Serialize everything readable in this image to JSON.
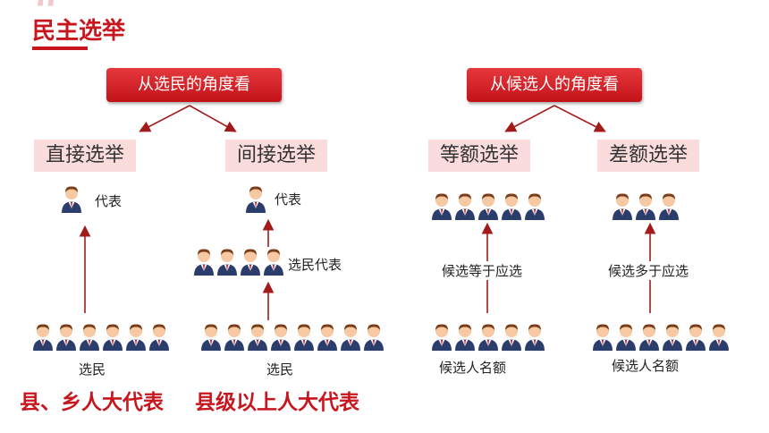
{
  "header": {
    "title": "民主选举"
  },
  "left": {
    "heading": "从选民的角度看",
    "direct": {
      "label": "直接选举",
      "top_label": "代表",
      "bottom_label": "选民",
      "footer": "县、乡人大代表"
    },
    "indirect": {
      "label": "间接选举",
      "top_label": "代表",
      "middle_label": "选民代表",
      "bottom_label": "选民",
      "footer": "县级以上人大代表"
    }
  },
  "right": {
    "heading": "从候选人的角度看",
    "equal": {
      "label": "等额选举",
      "note": "候选等于应选",
      "bottom_label": "候选人名额"
    },
    "differential": {
      "label": "差额选举",
      "note": "候选多于应选",
      "bottom_label": "候选人名额"
    }
  },
  "colors": {
    "accent": "#c7161d",
    "pink": "#fadcdc",
    "suit": "#2b3d6b",
    "arrow": "#a31a1a"
  },
  "icons": {
    "person": "person-icon"
  }
}
